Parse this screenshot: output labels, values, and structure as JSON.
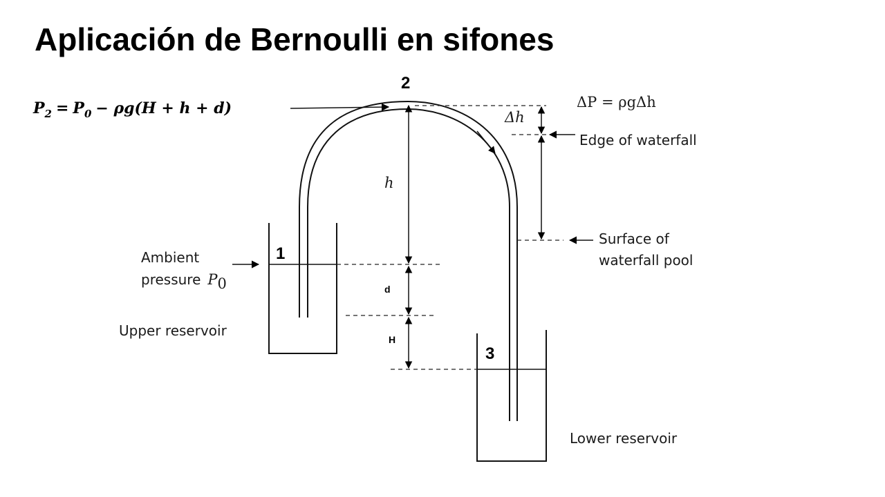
{
  "title": "Aplicación de Bernoulli en sifones",
  "equation": {
    "p2_sym": "P",
    "p2_sub": "2",
    "eq_sign": "=",
    "p0_sym": "P",
    "p0_sub": "0",
    "rest": "− ρg(H + h + d)"
  },
  "points": {
    "p1": "1",
    "p2": "2",
    "p3": "3"
  },
  "labels": {
    "delta_p_eq": "ΔP = ρgΔh",
    "delta_h": "Δh",
    "edge_of_waterfall": "Edge of waterfall",
    "surface_line1": "Surface of",
    "surface_line2": "waterfall pool",
    "ambient_line1": "Ambient",
    "ambient_line2": "pressure",
    "p0_symbol": "P",
    "p0_subscript": "0",
    "upper_reservoir": "Upper reservoir",
    "lower_reservoir": "Lower reservoir",
    "h": "h",
    "d": "d",
    "H": "H"
  }
}
